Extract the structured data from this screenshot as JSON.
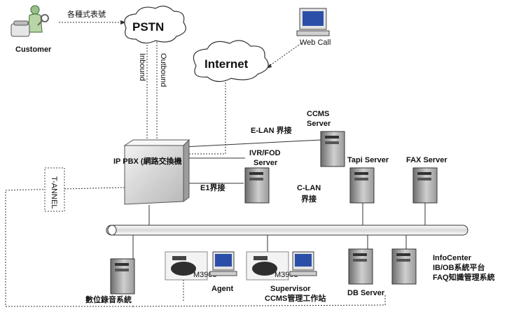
{
  "labels": {
    "customer": "Customer",
    "top_caption": "各種式表號",
    "pstn": "PSTN",
    "inbound": "Inbound",
    "outbound": "Outbound",
    "web_call": "Web Call",
    "internet": "Internet",
    "ccms_server_1": "CCMS",
    "ccms_server_2": "Server",
    "elan": "E-LAN 界接",
    "ipbx": "IP PBX (網路交換機",
    "ivr_1": "IVR/FOD",
    "ivr_2": "Server",
    "e1": "E1界接",
    "clan_1": "C-LAN",
    "clan_2": "界接",
    "tapi": "Tapi Server",
    "fax": "FAX Server",
    "trunk": "T-ANNEL",
    "recording": "數位錄音系統",
    "agent": "Agent",
    "phone_model_1": "M3903",
    "phone_model_2": "M3903",
    "supervisor_1": "Supervisor",
    "supervisor_2": "CCMS管理工作站",
    "db": "DB Server",
    "infocenter_1": "InfoCenter",
    "infocenter_2": "IB/OB系統平台",
    "infocenter_3": "FAQ知識管理系統"
  },
  "icons": [
    "person-icon",
    "phone-icon",
    "computer-icon",
    "server-icon",
    "cloud-icon",
    "pbx-icon"
  ]
}
